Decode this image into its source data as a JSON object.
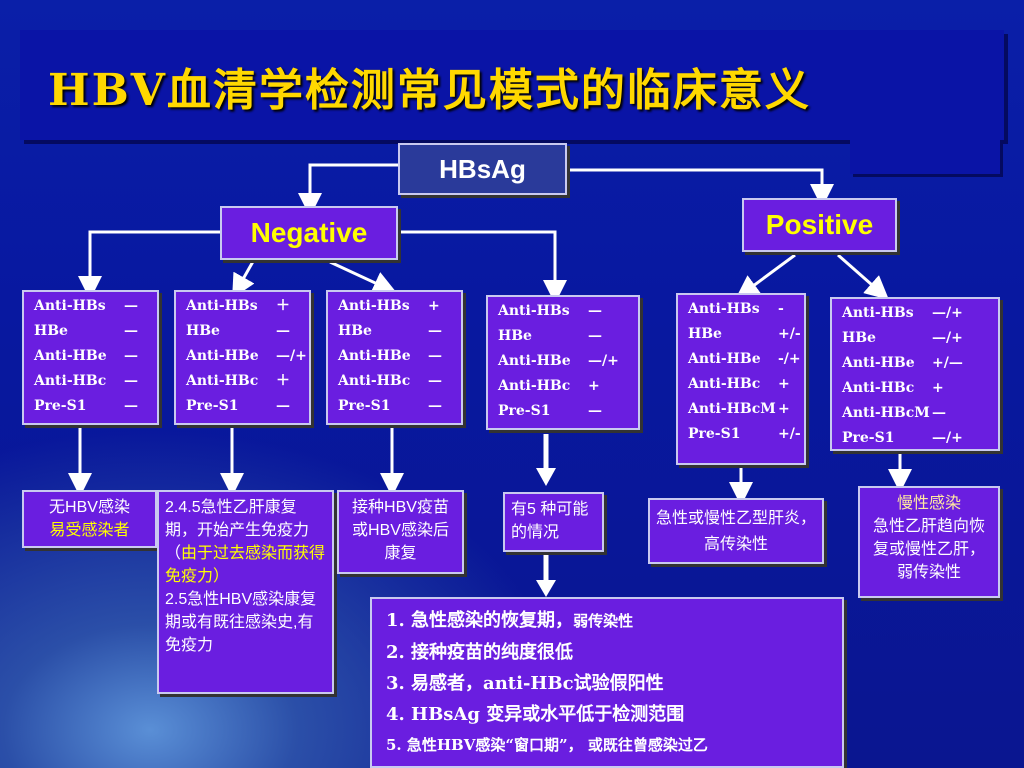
{
  "title": "HBV血清学检测常见模式的临床意义",
  "root": "HBsAg",
  "negative": "Negative",
  "positive": "Positive",
  "panels": [
    {
      "rows": [
        [
          "Anti-HBs",
          "—"
        ],
        [
          "HBe",
          "—"
        ],
        [
          "Anti-HBe",
          "—"
        ],
        [
          "Anti-HBc",
          "—"
        ],
        [
          "Pre-S1",
          "—"
        ]
      ]
    },
    {
      "rows": [
        [
          "Anti-HBs",
          "＋"
        ],
        [
          "HBe",
          "—"
        ],
        [
          "Anti-HBe",
          "—/+"
        ],
        [
          "Anti-HBc",
          "＋"
        ],
        [
          "Pre-S1",
          "—"
        ]
      ]
    },
    {
      "rows": [
        [
          "Anti-HBs",
          "+"
        ],
        [
          "HBe",
          "—"
        ],
        [
          "Anti-HBe",
          "—"
        ],
        [
          "Anti-HBc",
          "—"
        ],
        [
          "Pre-S1",
          "—"
        ]
      ]
    },
    {
      "rows": [
        [
          "Anti-HBs",
          "—"
        ],
        [
          "HBe",
          "—"
        ],
        [
          "Anti-HBe",
          "—/+"
        ],
        [
          "Anti-HBc",
          "+"
        ],
        [
          "Pre-S1",
          "—"
        ]
      ]
    },
    {
      "rows": [
        [
          "Anti-HBs",
          "-"
        ],
        [
          "HBe",
          "+/-"
        ],
        [
          "Anti-HBe",
          "-/+"
        ],
        [
          "Anti-HBc",
          "+"
        ],
        [
          "Anti-HBcM",
          "+"
        ],
        [
          "Pre-S1",
          "+/-"
        ]
      ]
    },
    {
      "rows": [
        [
          "Anti-HBs",
          "—/+"
        ],
        [
          "HBe",
          "—/+"
        ],
        [
          "Anti-HBe",
          "+/—"
        ],
        [
          "Anti-HBc",
          "+"
        ],
        [
          "Anti-HBcM",
          "—"
        ],
        [
          "Pre-S1",
          "—/+"
        ]
      ]
    }
  ],
  "outcomes": {
    "o1": {
      "a": "无HBV感染",
      "b": "易受感染者"
    },
    "o2": {
      "a": "2.4.5急性乙肝康复期，开始产生免疫力（",
      "b": "由于过去感染而获得免疫力",
      "c": "）",
      "d": "2.5急性HBV感染康复期或有既往感染史,有免疫力"
    },
    "o3": {
      "a": "接种HBV疫苗或HBV感染后康复"
    },
    "o4": {
      "a": "有5 种可能的情况"
    },
    "o5": {
      "a": "急性或慢性乙型肝炎，高传染性"
    },
    "o6": {
      "a": "慢性感染",
      "b": "急性乙肝趋向恢复或慢性乙肝，弱传染性"
    }
  },
  "list": [
    {
      "a": "1. 急性感染的恢复期，",
      "b": "弱传染性"
    },
    {
      "a": "2. 接种疫苗的纯度很低",
      "b": ""
    },
    {
      "a": "3. 易感者，anti-HBc试验假阳性",
      "b": ""
    },
    {
      "a": "4. HBsAg 变异或水平低于检测范围",
      "b": ""
    },
    {
      "a": "5. 急性HBV感染“窗口期”， 或既往曾感染过乙",
      "b": ""
    }
  ],
  "colors": {
    "bg": "#0a1aa0",
    "panel": "#6a1ee0",
    "title": "#ffd800",
    "accent": "#ffff00"
  }
}
